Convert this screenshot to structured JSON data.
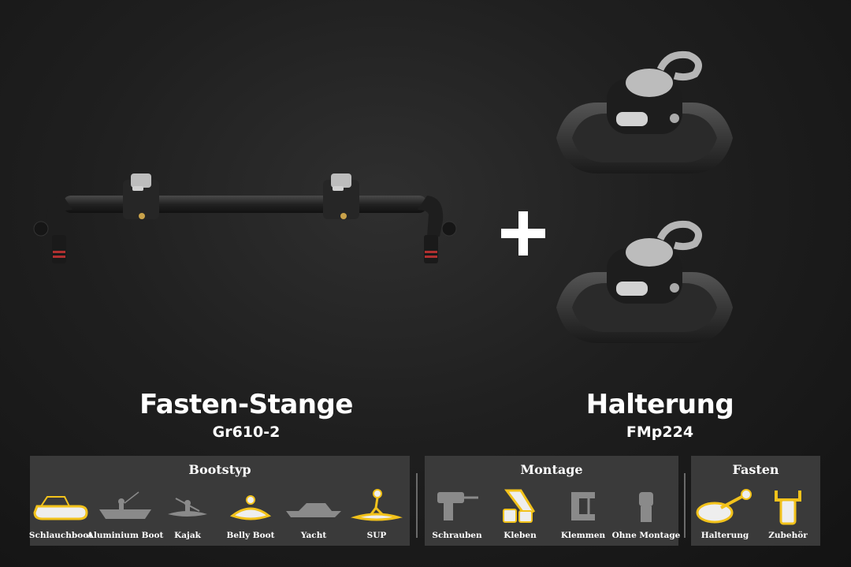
{
  "products": {
    "left": {
      "title": "Fasten-Stange",
      "code": "Gr610-2"
    },
    "right": {
      "title": "Halterung",
      "code": "FMp224"
    }
  },
  "plus_symbol": "+",
  "panels": {
    "bootstyp": {
      "title": "Bootstyp",
      "items": [
        {
          "label": "Schlauchboot",
          "icon": "inflatable-boat-icon",
          "highlighted": true
        },
        {
          "label": "Aluminium Boot",
          "icon": "aluminium-boat-icon",
          "highlighted": false
        },
        {
          "label": "Kajak",
          "icon": "kayak-icon",
          "highlighted": false
        },
        {
          "label": "Belly Boot",
          "icon": "belly-boat-icon",
          "highlighted": true
        },
        {
          "label": "Yacht",
          "icon": "yacht-icon",
          "highlighted": false
        },
        {
          "label": "SUP",
          "icon": "sup-icon",
          "highlighted": true
        }
      ]
    },
    "montage": {
      "title": "Montage",
      "items": [
        {
          "label": "Schrauben",
          "icon": "drill-icon",
          "highlighted": false
        },
        {
          "label": "Kleben",
          "icon": "glue-icon",
          "highlighted": true
        },
        {
          "label": "Klemmen",
          "icon": "clamp-icon",
          "highlighted": false
        },
        {
          "label": "Ohne Montage",
          "icon": "no-mount-icon",
          "highlighted": false
        }
      ]
    },
    "fasten": {
      "title": "Fasten",
      "items": [
        {
          "label": "Halterung",
          "icon": "mount-icon",
          "highlighted": true
        },
        {
          "label": "Zubehör",
          "icon": "accessory-icon",
          "highlighted": true
        }
      ]
    }
  },
  "colors": {
    "highlight": "#f2c21b",
    "inactive_icon": "#8a8a8a",
    "panel_bg": "#3a3a3a",
    "background": "#1c1c1c"
  }
}
